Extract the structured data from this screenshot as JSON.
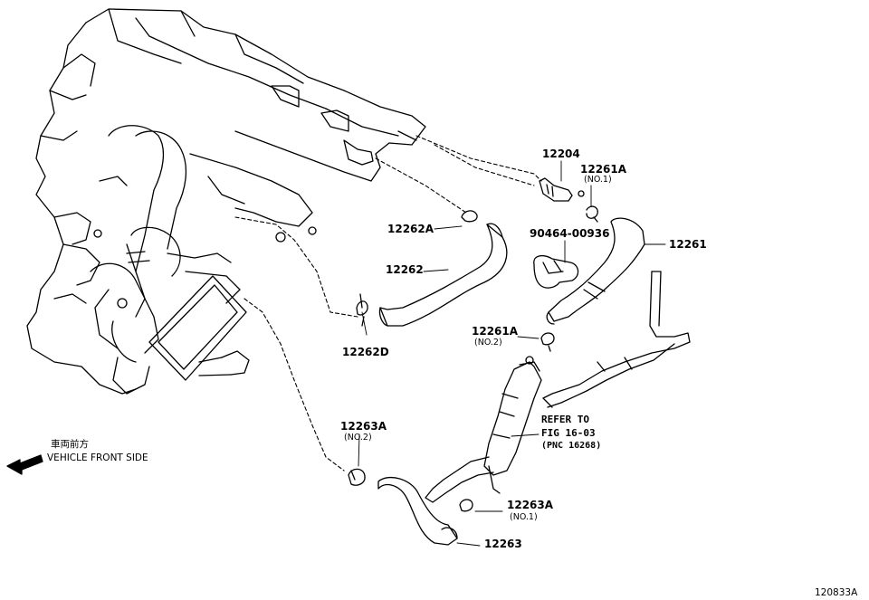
{
  "direction": {
    "jp_label": "車両前方",
    "en_label": "VEHICLE FRONT SIDE"
  },
  "parts": {
    "p12204": "12204",
    "p12261A_1": "12261A",
    "p12261A_1_sub": "(NO.1)",
    "p12262A": "12262A",
    "p90464": "90464-00936",
    "p12261": "12261",
    "p12262": "12262",
    "p12261A_2": "12261A",
    "p12261A_2_sub": "(NO.2)",
    "p12262D": "12262D",
    "p12263A_2": "12263A",
    "p12263A_2_sub": "(NO.2)",
    "p12263A_1": "12263A",
    "p12263A_1_sub": "(NO.1)",
    "p12263": "12263"
  },
  "refer": {
    "line1": "REFER TO",
    "line2": "FIG 16-03",
    "line3": "(PNC 16268)"
  },
  "figure_id": "120833A"
}
